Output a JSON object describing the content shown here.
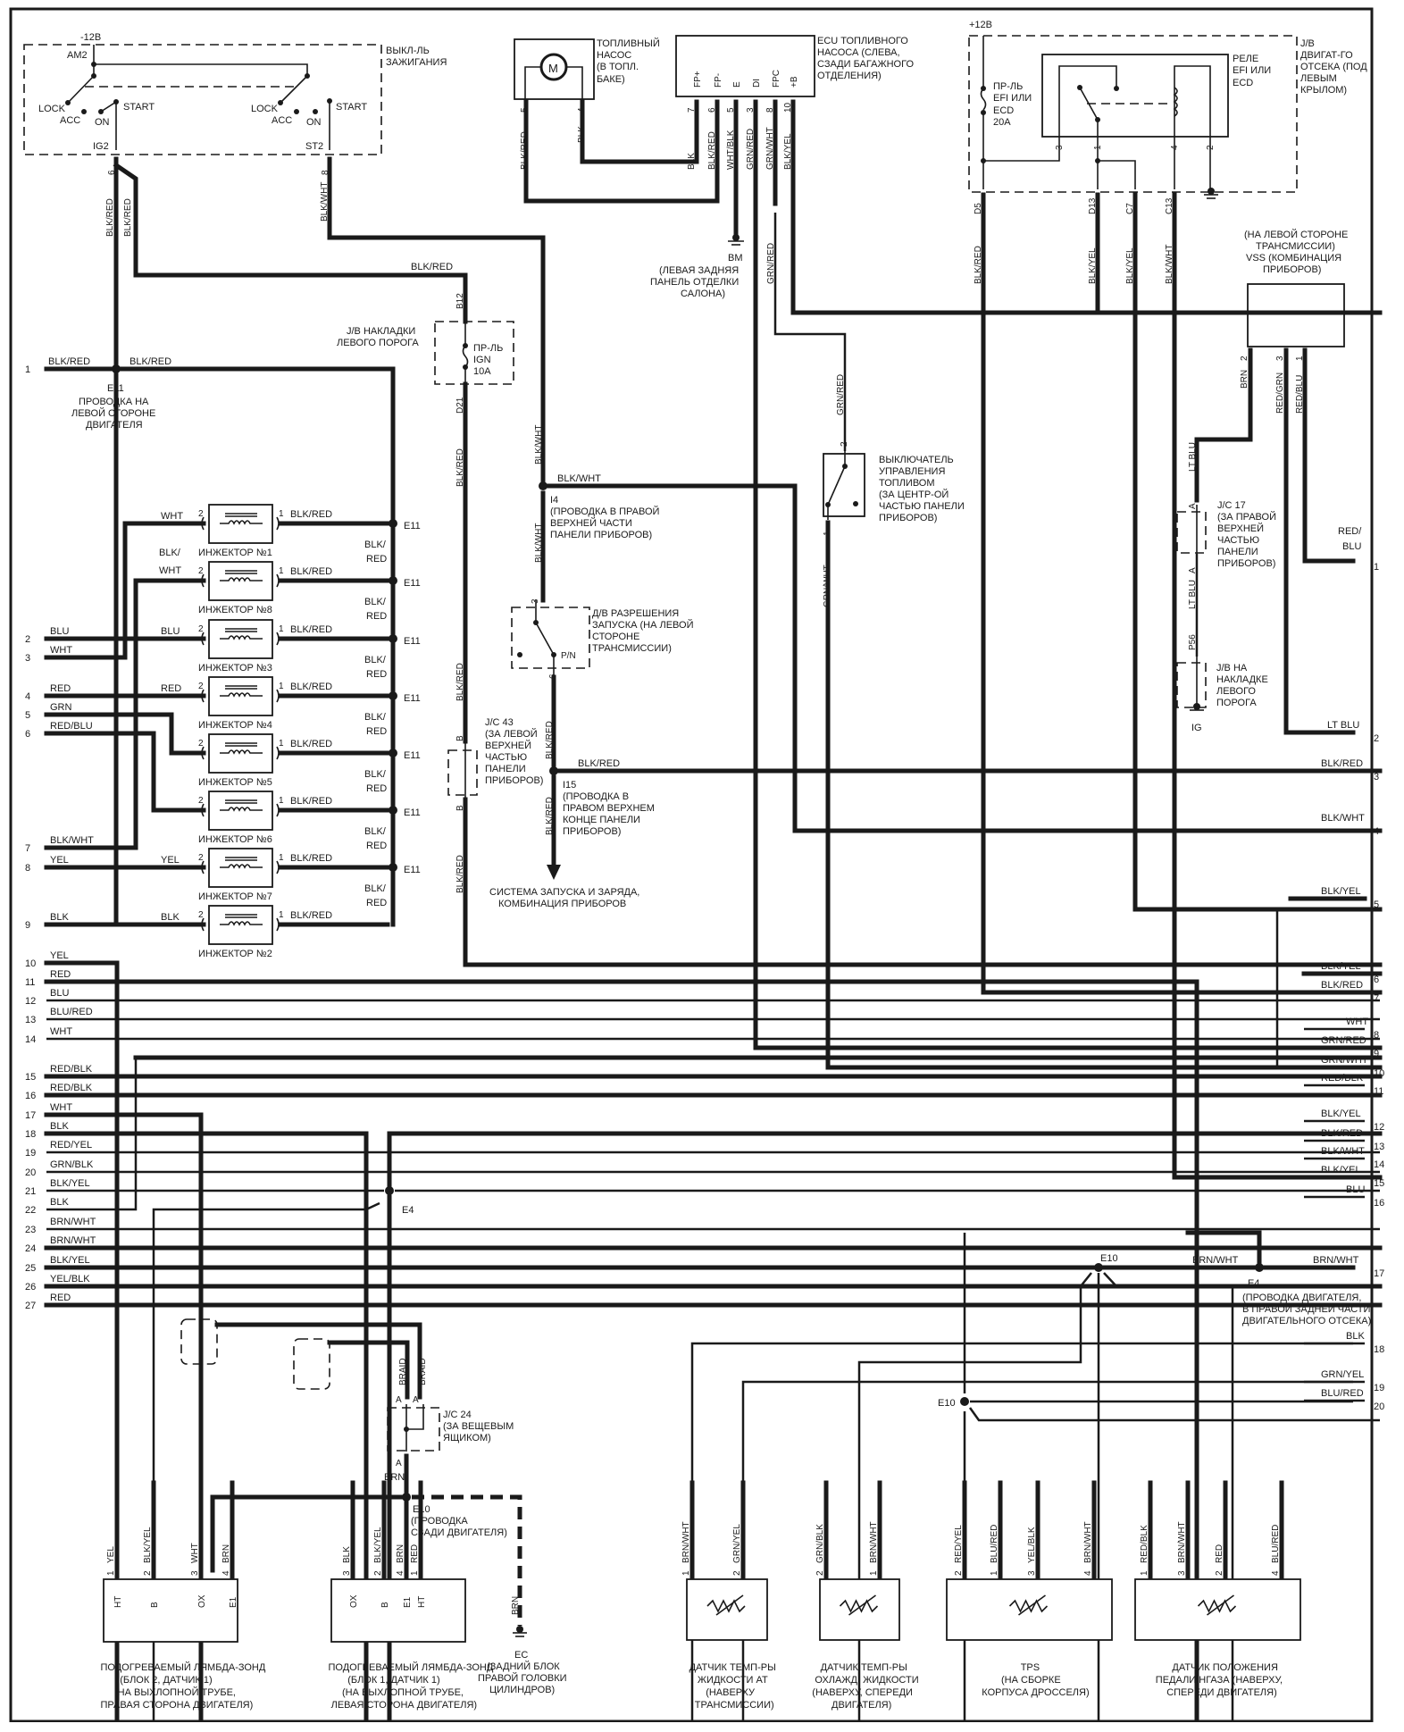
{
  "colors": {
    "ink": "#1a1a1a",
    "paper": "#ffffff"
  },
  "ignition_switch": {
    "name": "ВЫКЛ-ЛЬ ЗАЖИГАНИЯ",
    "name_lines": [
      "ВЫКЛ-ЛЬ",
      "ЗАЖИГАНИЯ"
    ],
    "supply": "-12В",
    "terminal": "AM2",
    "positions": [
      "LOCK",
      "ACC",
      "ON",
      "START"
    ],
    "outputs": [
      {
        "terminal": "IG2",
        "pin": "6",
        "wires": [
          "BLK/RED",
          "BLK/RED"
        ]
      },
      {
        "terminal": "ST2",
        "pin": "8",
        "wires": [
          "BLK/WHT"
        ]
      }
    ]
  },
  "fuel_pump": {
    "name_lines": [
      "ТОПЛИВНЫЙ",
      "НАСОС",
      "(В ТОПЛ.",
      "БАКЕ)"
    ],
    "symbol": "M",
    "pins": [
      {
        "pin": "5",
        "wire": "BLK/RED"
      },
      {
        "pin": "4",
        "wire": "BLK"
      }
    ]
  },
  "fuel_pump_ecu": {
    "name_lines": [
      "ECU ТОПЛИВНОГО",
      "НАСОСА (СЛЕВА,",
      "СЗАДИ БАГАЖНОГО",
      "ОТДЕЛЕНИЯ)"
    ],
    "pins": [
      {
        "label": "FP+",
        "pin": "7",
        "wire": "BLK"
      },
      {
        "label": "FP-",
        "pin": "6",
        "wire": "BLK/RED"
      },
      {
        "label": "E",
        "pin": "5",
        "wire": "WHT/BLK"
      },
      {
        "label": "DI",
        "pin": "3",
        "wire": "GRN/RED"
      },
      {
        "label": "FPC",
        "pin": "8",
        "wire": "GRN/WHT"
      },
      {
        "label": "+B",
        "pin": "10",
        "wire": "BLK/YEL"
      }
    ]
  },
  "ground_bm": {
    "id": "BM",
    "desc_lines": [
      "(ЛЕВАЯ ЗАДНЯЯ",
      "ПАНЕЛЬ ОТДЕЛКИ",
      "САЛОНА)"
    ]
  },
  "engine_jb": {
    "supply": "+12В",
    "name_lines": [
      "J/B",
      "ДВИГАТ-ГО",
      "ОТСЕКА (ПОД",
      "ЛЕВЫМ",
      "КРЫЛОМ)"
    ],
    "fuse_lines": [
      "ПР-ЛЬ",
      "EFI ИЛИ",
      "ECD",
      "20A"
    ],
    "relay_lines": [
      "РЕЛЕ",
      "EFI ИЛИ",
      "ECD"
    ],
    "relay_pins": [
      "3",
      "1",
      "4",
      "2"
    ],
    "outputs": [
      {
        "pin": "D5",
        "wire": "BLK/RED"
      },
      {
        "pin": "D13",
        "wire": "BLK/YEL"
      },
      {
        "pin": "C7",
        "wire": "BLK/YEL"
      },
      {
        "pin": "C13",
        "wire": "BLK/WHT"
      }
    ]
  },
  "vss": {
    "desc_lines": [
      "(НА ЛЕВОЙ СТОРОНЕ",
      "ТРАНСМИССИИ)",
      "VSS (КОМБИНАЦИЯ",
      "ПРИБОРОВ)"
    ],
    "pins": [
      {
        "pin": "2",
        "wire": "BRN"
      },
      {
        "pin": "3",
        "wire": "RED/GRN"
      },
      {
        "pin": "1",
        "wire": "RED/BLU"
      }
    ]
  },
  "jc17": {
    "id": "J/C 17",
    "desc_lines": [
      "(ЗА ПРАВОЙ",
      "ВЕРХНЕЙ",
      "ЧАСТЬЮ",
      "ПАНЕЛИ",
      "ПРИБОРОВ)"
    ],
    "pin": "A",
    "wire": "LT BLU"
  },
  "jb_left_sill_ground": {
    "desc_lines": [
      "J/B НА",
      "НАКЛАДКЕ",
      "ЛЕВОГО",
      "ПОРОГА"
    ],
    "pin": "P56",
    "ground": "IG"
  },
  "jb_left_sill": {
    "desc_lines": [
      "J/B НАКЛАДКИ",
      "ЛЕВОГО ПОРОГА"
    ],
    "fuse_lines": [
      "ПР-ЛЬ",
      "IGN",
      "10A"
    ],
    "pin_in": "B12",
    "pin_out": "D21",
    "wire_in": "BLK/RED",
    "wire_out": "BLK/RED"
  },
  "splice_e11": {
    "id": "E11",
    "desc_lines": [
      "ПРОВОДКА НА",
      "ЛЕВОЙ СТОРОНЕ",
      "ДВИГАТЕЛЯ"
    ],
    "wire": "BLK/RED"
  },
  "splice_i4": {
    "id": "I4",
    "desc_lines": [
      "(ПРОВОДКА В ПРАВОЙ",
      "ВЕРХНЕЙ ЧАСТИ",
      "ПАНЕЛИ ПРИБОРОВ)"
    ],
    "wire": "BLK/WHT"
  },
  "splice_i5": {
    "id": "I15",
    "desc_lines": [
      "(ПРОВОДКА В",
      "ПРАВОМ ВЕРХНЕМ",
      "КОНЦЕ ПАНЕЛИ",
      "ПРИБОРОВ)"
    ],
    "wire": "BLK/RED"
  },
  "start_system_note_lines": [
    "СИСТЕМА ЗАПУСКА И ЗАРЯДА,",
    "КОМБИНАЦИЯ ПРИБОРОВ"
  ],
  "park_neutral_switch": {
    "desc_lines": [
      "Д/В РАЗРЕШЕНИЯ",
      "ЗАПУСКА (НА ЛЕВОЙ",
      "СТОРОНЕ",
      "ТРАНСМИССИИ)"
    ],
    "contact": "P/N",
    "pin_in": "3",
    "pin_out": "6"
  },
  "fuel_cutoff_switch": {
    "desc_lines": [
      "ВЫКЛЮЧАТЕЛЬ",
      "УПРАВЛЕНИЯ",
      "ТОПЛИВОМ",
      "(ЗА ЦЕНТР-ОЙ",
      "ЧАСТЬЮ ПАНЕЛИ",
      "ПРИБОРОВ)"
    ],
    "pins": [
      {
        "pin": "2",
        "wire": "GRN/RED"
      },
      {
        "pin": "1",
        "wire": "GRN/WHT"
      }
    ]
  },
  "jc43": {
    "id": "J/C 43",
    "desc_lines": [
      "(ЗА ЛЕВОЙ",
      "ВЕРХНЕЙ",
      "ЧАСТЬЮ",
      "ПАНЕЛИ",
      "ПРИБОРОВ)"
    ],
    "pin": "B",
    "wire": "BLK/RED"
  },
  "injectors": [
    {
      "name": "ИНЖЕКТОР №1",
      "in_wire": "WHT",
      "out_wire": "BLK/RED",
      "splice": "E11"
    },
    {
      "name": "ИНЖЕКТОР №8",
      "in_wire": "BLK/ WHT",
      "out_wire": "BLK/RED",
      "splice": "E11"
    },
    {
      "name": "ИНЖЕКТОР №3",
      "in_wire": "BLU",
      "out_wire": "BLK/RED",
      "splice": "E11"
    },
    {
      "name": "ИНЖЕКТОР №4",
      "in_wire": "RED",
      "out_wire": "BLK/RED",
      "splice": "E11"
    },
    {
      "name": "ИНЖЕКТОР №5",
      "in_wire": "",
      "out_wire": "BLK/RED",
      "splice": "E11"
    },
    {
      "name": "ИНЖЕКТОР №6",
      "in_wire": "",
      "out_wire": "BLK/RED",
      "splice": "E11"
    },
    {
      "name": "ИНЖЕКТОР №7",
      "in_wire": "YEL",
      "out_wire": "BLK/RED",
      "splice": "E11"
    },
    {
      "name": "ИНЖЕКТОР №2",
      "in_wire": "BLK",
      "out_wire": "BLK/RED",
      "splice": ""
    }
  ],
  "injector_pins": {
    "in": "2",
    "out": "1"
  },
  "bus_label": [
    "BLK/",
    "RED"
  ],
  "left_terminals": [
    {
      "num": "1",
      "wire": "BLK/RED"
    },
    {
      "num": "2",
      "wire": "BLU"
    },
    {
      "num": "3",
      "wire": "WHT"
    },
    {
      "num": "4",
      "wire": "RED"
    },
    {
      "num": "5",
      "wire": "GRN"
    },
    {
      "num": "6",
      "wire": "RED/BLU"
    },
    {
      "num": "7",
      "wire": "BLK/WHT"
    },
    {
      "num": "8",
      "wire": "YEL"
    },
    {
      "num": "9",
      "wire": "BLK"
    },
    {
      "num": "10",
      "wire": "YEL"
    },
    {
      "num": "11",
      "wire": "RED"
    },
    {
      "num": "12",
      "wire": "BLU"
    },
    {
      "num": "13",
      "wire": "BLU/RED"
    },
    {
      "num": "14",
      "wire": "WHT"
    },
    {
      "num": "15",
      "wire": "RED/BLK"
    },
    {
      "num": "16",
      "wire": "RED/BLK"
    },
    {
      "num": "17",
      "wire": "WHT"
    },
    {
      "num": "18",
      "wire": "BLK"
    },
    {
      "num": "19",
      "wire": "RED/YEL"
    },
    {
      "num": "20",
      "wire": "GRN/BLK"
    },
    {
      "num": "21",
      "wire": "BLK/YEL"
    },
    {
      "num": "22",
      "wire": "BLK"
    },
    {
      "num": "23",
      "wire": "BRN/WHT"
    },
    {
      "num": "24",
      "wire": "BRN/WHT"
    },
    {
      "num": "25",
      "wire": "BLK/YEL"
    },
    {
      "num": "26",
      "wire": "YEL/BLK"
    },
    {
      "num": "27",
      "wire": "RED"
    }
  ],
  "right_terminals": [
    {
      "num": "1",
      "wire": "RED/ BLU"
    },
    {
      "num": "2",
      "wire": "LT BLU"
    },
    {
      "num": "3",
      "wire": "BLK/RED"
    },
    {
      "num": "4",
      "wire": "BLK/WHT"
    },
    {
      "num": "5",
      "wire": "BLK/YEL"
    },
    {
      "num": "6",
      "wire": "BLK/YEL"
    },
    {
      "num": "7",
      "wire": "BLK/RED"
    },
    {
      "num": "8",
      "wire": "WHT"
    },
    {
      "num": "9",
      "wire": "GRN/RED"
    },
    {
      "num": "10",
      "wire": "GRN/WHT"
    },
    {
      "num": "11",
      "wire": "RED/BLK"
    },
    {
      "num": "12",
      "wire": "BLK/YEL"
    },
    {
      "num": "13",
      "wire": "BLK/RED"
    },
    {
      "num": "14",
      "wire": "BLK/WHT"
    },
    {
      "num": "15",
      "wire": "BLK/YEL"
    },
    {
      "num": "16",
      "wire": "BLU"
    },
    {
      "num": "17",
      "wire": "BRN/WHT"
    },
    {
      "num": "18",
      "wire": "BLK"
    },
    {
      "num": "19",
      "wire": "GRN/YEL"
    },
    {
      "num": "20",
      "wire": "BLU/RED"
    }
  ],
  "splice_e4": {
    "id": "E4",
    "wire": "BRN/WHT",
    "desc_lines": [
      "(ПРОВОДКА  ДВИГАТЕЛЯ,",
      "В ПРАВОЙ ЗАДНЕЙ ЧАСТИ",
      "ДВИГАТЕЛЬНОГО ОТСЕКА)"
    ]
  },
  "splice_e10_labels": [
    "E10",
    "E10"
  ],
  "jc24": {
    "id": "J/C 24",
    "desc_lines": [
      "(ЗА ВЕЩЕВЫМ",
      "ЯЩИКОМ)"
    ],
    "pin": "A",
    "braid": "BRAID",
    "wire": "BRN"
  },
  "splice_e10": {
    "id": "E10",
    "desc_lines": [
      "(ПРОВОДКА",
      "СЗАДИ ДВИГАТЕЛЯ)"
    ]
  },
  "ground_ec": {
    "id": "EC",
    "wire": "BRN",
    "desc_lines": [
      "(ЗАДНИЙ БЛОК",
      "ПРАВОЙ ГОЛОВКИ",
      "ЦИЛИНДРОВ)"
    ]
  },
  "components_bottom": [
    {
      "id": "o2-bank2",
      "desc_lines": [
        "ПОДОГРЕВАЕМЫЙ ЛЯМБДА-ЗОНД",
        "(БЛОК 2, ДАТЧИК 1)",
        "(НА ВЫХЛОПНОЙ ТРУБЕ,",
        "ПРАВАЯ СТОРОНА ДВИГАТЕЛЯ)"
      ],
      "pins": [
        {
          "pin": "1",
          "wire": "YEL",
          "label": "HT"
        },
        {
          "pin": "2",
          "wire": "BLK/YEL",
          "label": "B"
        },
        {
          "pin": "3",
          "wire": "WHT",
          "label": "OX"
        },
        {
          "pin": "4",
          "wire": "BRN",
          "label": "E1"
        }
      ]
    },
    {
      "id": "o2-bank1",
      "desc_lines": [
        "ПОДОГРЕВАЕМЫЙ ЛЯМБДА-ЗОНД",
        "(БЛОК 1, ДАТЧИК 1)",
        "(НА ВЫХЛОПНОЙ ТРУБЕ,",
        "ЛЕВАЯ СТОРОНА ДВИГАТЕЛЯ)"
      ],
      "pins": [
        {
          "pin": "3",
          "wire": "BLK",
          "label": "OX"
        },
        {
          "pin": "2",
          "wire": "BLK/YEL",
          "label": "B"
        },
        {
          "pin": "1",
          "wire": "RED",
          "label": "HT"
        },
        {
          "pin": "4",
          "wire": "BRN",
          "label": "E1"
        }
      ]
    },
    {
      "id": "at-fluid-temp",
      "desc_lines": [
        "ДАТЧИК ТЕМП-РЫ",
        "ЖИДКОСТИ AT",
        "(НАВЕРХУ",
        "ТРАНСМИССИИ)"
      ],
      "pins": [
        {
          "pin": "1",
          "wire": "BRN/WHT"
        },
        {
          "pin": "2",
          "wire": "GRN/YEL"
        }
      ]
    },
    {
      "id": "coolant-temp",
      "desc_lines": [
        "ДАТЧИК ТЕМП-РЫ",
        "ОХЛАЖД. ЖИДКОСТИ",
        "(НАВЕРХУ, СПЕРЕДИ",
        "ДВИГАТЕЛЯ)"
      ],
      "pins": [
        {
          "pin": "2",
          "wire": "GRN/BLK"
        },
        {
          "pin": "1",
          "wire": "BRN/WHT"
        }
      ]
    },
    {
      "id": "tps",
      "desc_lines": [
        "TPS",
        "(НА СБОРКЕ",
        "КОРПУСА ДРОССЕЛЯ)"
      ],
      "pins": [
        {
          "pin": "2",
          "wire": "RED/YEL"
        },
        {
          "pin": "1",
          "wire": "BLU/RED"
        },
        {
          "pin": "3",
          "wire": "YEL/BLK"
        },
        {
          "pin": "4",
          "wire": "BRN/WHT"
        }
      ]
    },
    {
      "id": "accel-pedal",
      "desc_lines": [
        "ДАТЧИК ПОЛОЖЕНИЯ",
        "ПЕДАЛИ НГАЗА (НАВЕРХУ,",
        "СПЕРЕДИ ДВИГАТЕЛЯ)"
      ],
      "pins": [
        {
          "pin": "1",
          "wire": "RED/BLK"
        },
        {
          "pin": "3",
          "wire": "BRN/WHT"
        },
        {
          "pin": "2",
          "wire": "RED"
        },
        {
          "pin": "4",
          "wire": "BLU/RED"
        }
      ]
    }
  ]
}
